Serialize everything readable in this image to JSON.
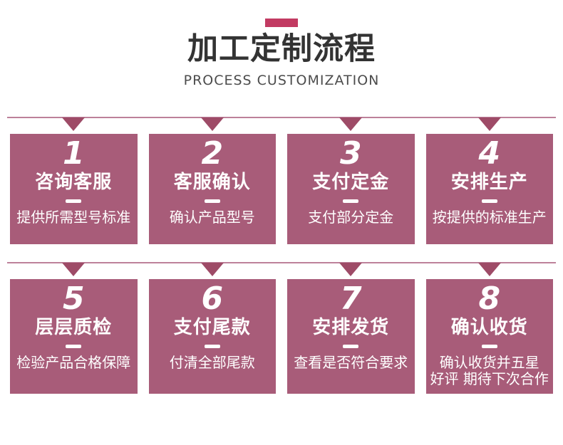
{
  "header": {
    "title": "加工定制流程",
    "subtitle": "PROCESS CUSTOMIZATION"
  },
  "colors": {
    "accent": "#c23a62",
    "card_bg": "#a85c79",
    "triangle": "#9e4b67",
    "line": "#bd819a",
    "title_text": "#333333",
    "subtitle_text": "#4c4c4c",
    "card_text": "#ffffff"
  },
  "steps": [
    {
      "number": "1",
      "title": "咨询客服",
      "desc": "提供所需型号标准"
    },
    {
      "number": "2",
      "title": "客服确认",
      "desc": "确认产品型号"
    },
    {
      "number": "3",
      "title": "支付定金",
      "desc": "支付部分定金"
    },
    {
      "number": "4",
      "title": "安排生产",
      "desc": "按提供的标准生产"
    },
    {
      "number": "5",
      "title": "层层质检",
      "desc": "检验产品合格保障"
    },
    {
      "number": "6",
      "title": "支付尾款",
      "desc": "付清全部尾款"
    },
    {
      "number": "7",
      "title": "安排发货",
      "desc": "查看是否符合要求"
    },
    {
      "number": "8",
      "title": "确认收货",
      "desc": "确认收货并五星\n好评 期待下次合作"
    }
  ]
}
